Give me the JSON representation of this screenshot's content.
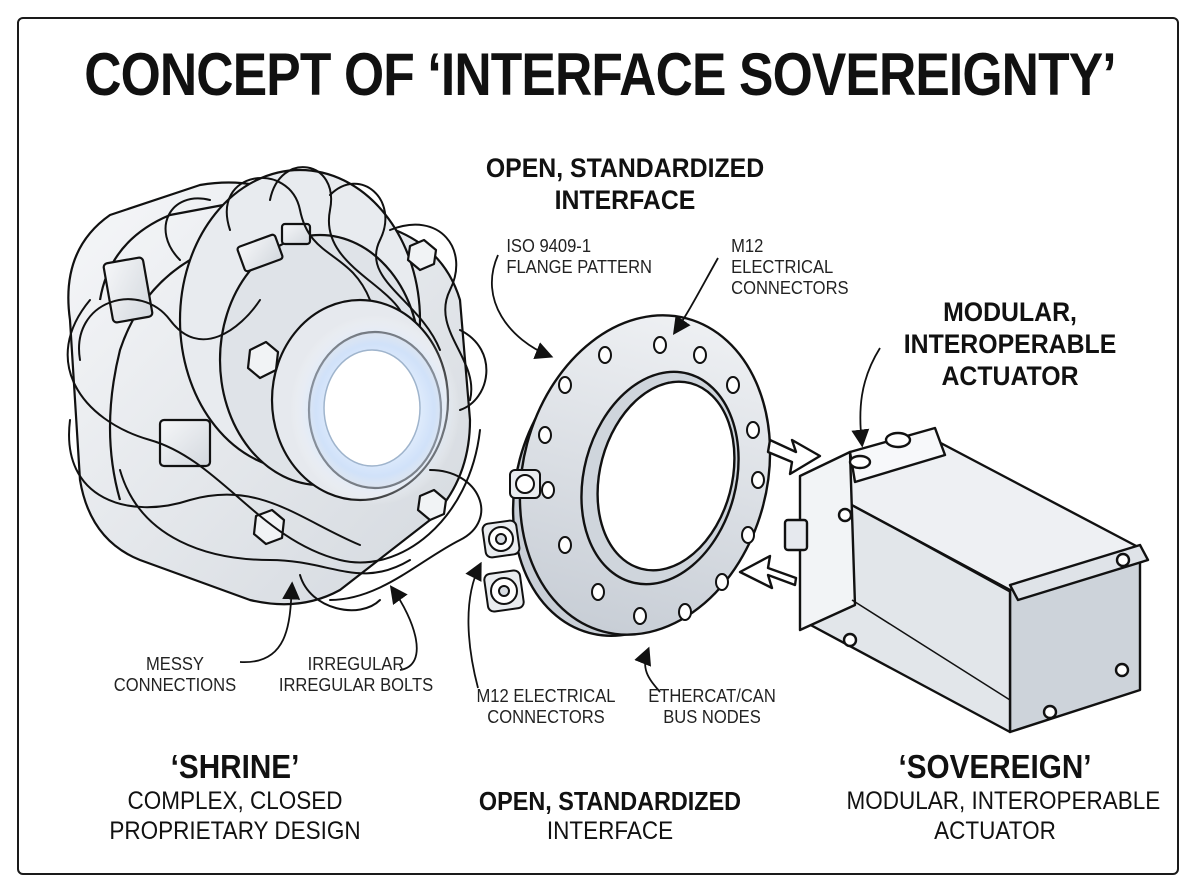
{
  "title": "CONCEPT OF ‘INTERFACE SOVEREIGNTY’",
  "center_heading": {
    "line1": "OPEN, STANDARDIZED",
    "line2": "INTERFACE"
  },
  "right_heading": {
    "line1": "MODULAR,",
    "line2": "INTEROPERABLE",
    "line3": "ACTUATOR"
  },
  "callouts": {
    "iso": {
      "line1": "ISO 9409-1",
      "line2": "FLANGE PATTERN"
    },
    "m12_top": {
      "line1": "M12",
      "line2": "ELECTRICAL",
      "line3": "CONNECTORS"
    },
    "messy": {
      "line1": "MESSY",
      "line2": "CONNECTIONS"
    },
    "irregular": {
      "line1": "IRREGULAR",
      "line2": "IRREGULAR BOLTS"
    },
    "m12_bottom": {
      "line1": "M12 ELECTRICAL",
      "line2": "CONNECTORS"
    },
    "ethercat": {
      "line1": "ETHERCAT/CAN",
      "line2": "BUS NODES"
    }
  },
  "captions": {
    "shrine": {
      "title": "‘SHRINE’",
      "line1": "COMPLEX, CLOSED",
      "line2": "PROPRIETARY DESIGN"
    },
    "interface": {
      "title": "OPEN, STANDARDIZED",
      "line1": "INTERFACE"
    },
    "sovereign": {
      "title": "‘SOVEREIGN’",
      "line1": "MODULAR, INTEROPERABLE",
      "line2": "ACTUATOR"
    }
  },
  "colors": {
    "ink": "#111111",
    "metal": "#e6e9ee",
    "metal_dark": "#b9c0c9",
    "glow": "#cfe6ff"
  }
}
